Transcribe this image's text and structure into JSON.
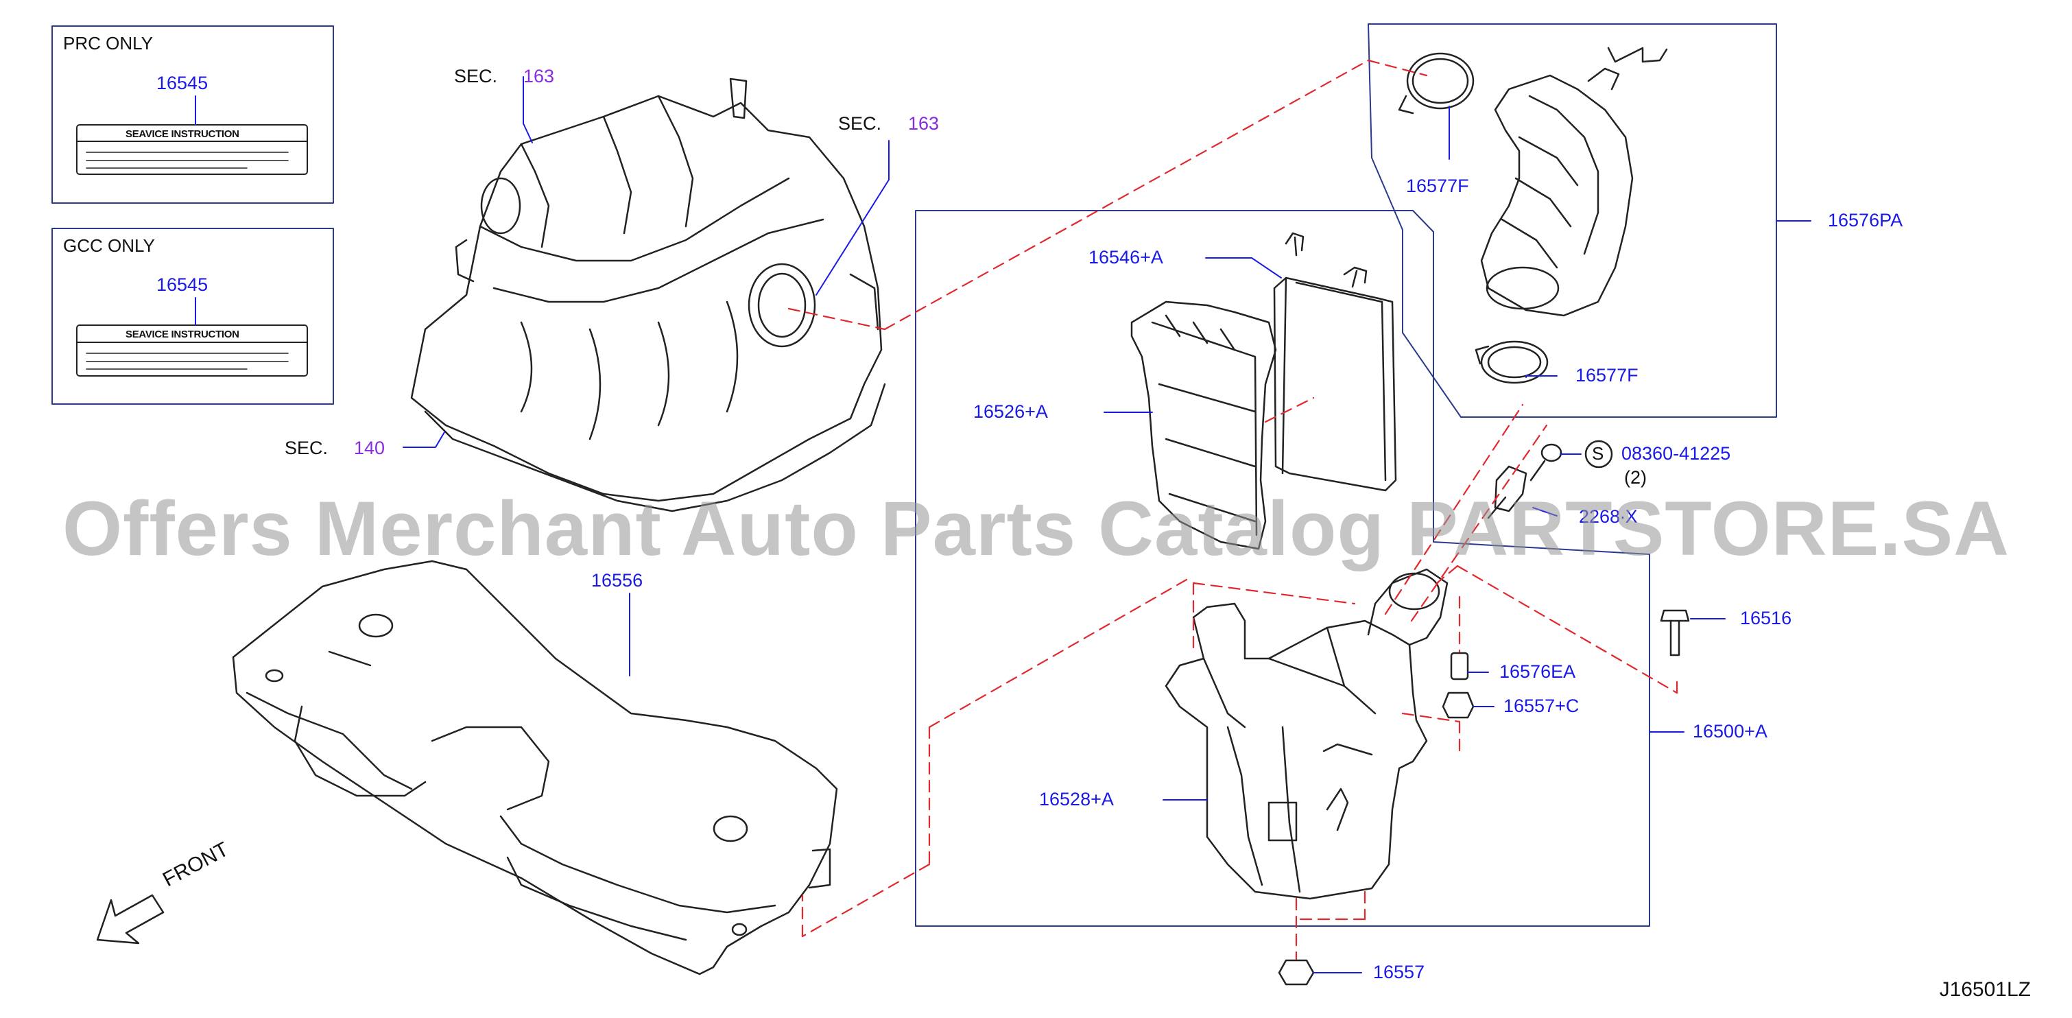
{
  "diagram_code": "J16501LZ",
  "watermark": "Offers Merchant Auto Parts Catalog PARTSTORE.SA",
  "front_label": "FRONT",
  "colors": {
    "part_number": "#1a1ae6",
    "section_number": "#8a2be2",
    "leader": "#1a1ae6",
    "guide_dash": "#e0282e",
    "outline": "#2b3a8c"
  },
  "inset_boxes": [
    {
      "title": "PRC   ONLY",
      "part": "16545",
      "instruction": "SEAVICE INSTRUCTION"
    },
    {
      "title": "GCC   ONLY",
      "part": "16545",
      "instruction": "SEAVICE INSTRUCTION"
    }
  ],
  "section_refs": [
    {
      "prefix": "SEC.",
      "number": "163"
    },
    {
      "prefix": "SEC.",
      "number": "163"
    },
    {
      "prefix": "SEC.",
      "number": "140"
    }
  ],
  "parts": {
    "p16577F_top": "16577F",
    "p16576PA": "16576PA",
    "p16577F_bottom": "16577F",
    "p16546A": "16546+A",
    "p16526A": "16526+A",
    "p08360": "08360-41225",
    "p08360_qty": "(2)",
    "p08360_symbol": "S",
    "p2268X": "2268∙X",
    "p16556": "16556",
    "p16516": "16516",
    "p16576EA": "16576EA",
    "p16557C": "16557+C",
    "p16500A": "16500+A",
    "p16528A": "16528+A",
    "p16557": "16557"
  }
}
